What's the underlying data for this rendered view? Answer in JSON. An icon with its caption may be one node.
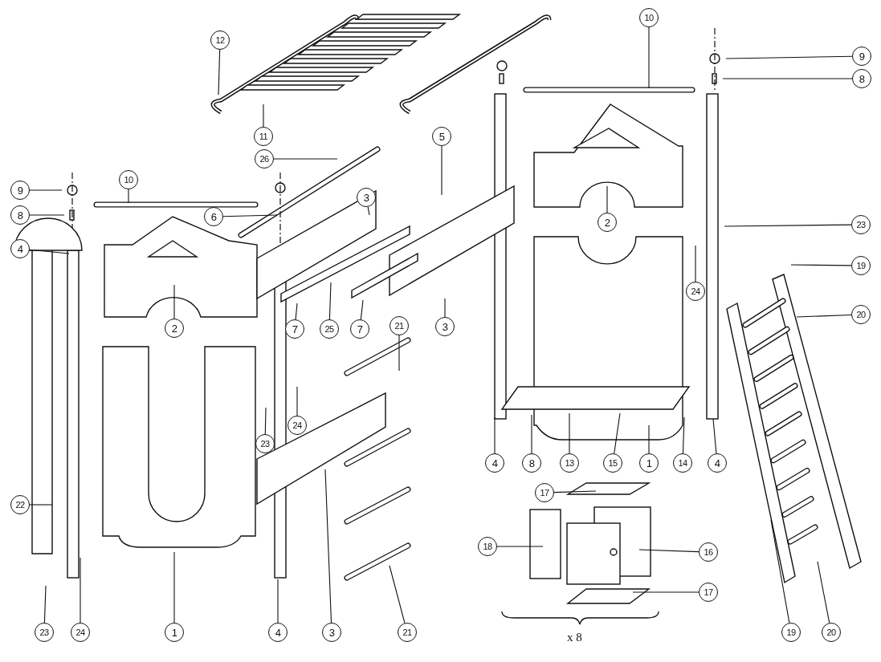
{
  "diagram": {
    "nodes": [
      {
        "text": [
          "12"
        ]
      },
      {
        "text": [
          "11"
        ]
      },
      {
        "text": [
          "10"
        ]
      },
      {
        "text": [
          "9"
        ]
      },
      {
        "text": [
          "8"
        ]
      },
      {
        "text": [
          "26"
        ]
      },
      {
        "text": [
          "5"
        ]
      },
      {
        "text": [
          "10"
        ]
      },
      {
        "text": [
          "9"
        ]
      },
      {
        "text": [
          "3"
        ]
      },
      {
        "text": [
          "6"
        ]
      },
      {
        "text": [
          "8"
        ]
      },
      {
        "text": [
          "2"
        ]
      },
      {
        "text": [
          "23"
        ]
      },
      {
        "text": [
          "4"
        ]
      },
      {
        "text": [
          "24"
        ]
      },
      {
        "text": [
          "19"
        ]
      },
      {
        "text": [
          "20"
        ]
      },
      {
        "text": [
          "2"
        ]
      },
      {
        "text": [
          "7"
        ]
      },
      {
        "text": [
          "25"
        ]
      },
      {
        "text": [
          "7"
        ]
      },
      {
        "text": [
          "21"
        ]
      },
      {
        "text": [
          "3"
        ]
      },
      {
        "text": [
          "24"
        ]
      },
      {
        "text": [
          "23"
        ]
      },
      {
        "text": [
          "22"
        ]
      },
      {
        "text": [
          "4"
        ]
      },
      {
        "text": [
          "8"
        ]
      },
      {
        "text": [
          "13"
        ]
      },
      {
        "text": [
          "15"
        ]
      },
      {
        "text": [
          "1"
        ]
      },
      {
        "text": [
          "14"
        ]
      },
      {
        "text": [
          "4"
        ]
      },
      {
        "text": [
          "17"
        ]
      },
      {
        "text": [
          "18"
        ]
      },
      {
        "text": [
          "16"
        ]
      },
      {
        "text": [
          "17"
        ]
      },
      {
        "text": [
          "23"
        ]
      },
      {
        "text": [
          "24"
        ]
      },
      {
        "text": [
          "1"
        ]
      },
      {
        "text": [
          "4"
        ]
      },
      {
        "text": [
          "3"
        ]
      },
      {
        "text": [
          "21"
        ]
      },
      {
        "text": [
          "19"
        ]
      },
      {
        "text": [
          "20"
        ]
      }
    ],
    "edges": [
      {
        "from": 0,
        "to": null,
        "arrow": "none"
      },
      {
        "from": 1,
        "to": null,
        "arrow": "none"
      },
      {
        "from": 2,
        "to": null,
        "arrow": "none"
      },
      {
        "from": 3,
        "to": null,
        "arrow": "none"
      },
      {
        "from": 4,
        "to": null,
        "arrow": "none"
      },
      {
        "from": 5,
        "to": null,
        "arrow": "none"
      },
      {
        "from": 6,
        "to": null,
        "arrow": "none"
      },
      {
        "from": 7,
        "to": null,
        "arrow": "none"
      },
      {
        "from": 8,
        "to": null,
        "arrow": "none"
      },
      {
        "from": 9,
        "to": null,
        "arrow": "none"
      },
      {
        "from": 10,
        "to": null,
        "arrow": "none"
      },
      {
        "from": 11,
        "to": null,
        "arrow": "none"
      },
      {
        "from": 12,
        "to": null,
        "arrow": "none"
      },
      {
        "from": 13,
        "to": null,
        "arrow": "none"
      },
      {
        "from": 14,
        "to": null,
        "arrow": "none"
      },
      {
        "from": 15,
        "to": null,
        "arrow": "none"
      },
      {
        "from": 16,
        "to": null,
        "arrow": "none"
      },
      {
        "from": 17,
        "to": null,
        "arrow": "none"
      },
      {
        "from": 18,
        "to": null,
        "arrow": "none"
      },
      {
        "from": 19,
        "to": null,
        "arrow": "none"
      },
      {
        "from": 20,
        "to": null,
        "arrow": "none"
      },
      {
        "from": 21,
        "to": null,
        "arrow": "none"
      },
      {
        "from": 22,
        "to": null,
        "arrow": "none"
      },
      {
        "from": 23,
        "to": null,
        "arrow": "none"
      },
      {
        "from": 24,
        "to": null,
        "arrow": "none"
      },
      {
        "from": 25,
        "to": null,
        "arrow": "none"
      },
      {
        "from": 26,
        "to": null,
        "arrow": "none"
      },
      {
        "from": 27,
        "to": null,
        "arrow": "none"
      },
      {
        "from": 28,
        "to": null,
        "arrow": "none"
      },
      {
        "from": 29,
        "to": null,
        "arrow": "none"
      },
      {
        "from": 30,
        "to": null,
        "arrow": "none"
      },
      {
        "from": 31,
        "to": null,
        "arrow": "none"
      },
      {
        "from": 32,
        "to": null,
        "arrow": "none"
      },
      {
        "from": 33,
        "to": null,
        "arrow": "none"
      },
      {
        "from": 34,
        "to": null,
        "arrow": "none"
      },
      {
        "from": 35,
        "to": null,
        "arrow": "none"
      },
      {
        "from": 36,
        "to": null,
        "arrow": "none"
      },
      {
        "from": 37,
        "to": null,
        "arrow": "none"
      },
      {
        "from": 38,
        "to": null,
        "arrow": "none"
      },
      {
        "from": 39,
        "to": null,
        "arrow": "none"
      },
      {
        "from": 40,
        "to": null,
        "arrow": "none"
      },
      {
        "from": 41,
        "to": null,
        "arrow": "none"
      },
      {
        "from": 42,
        "to": null,
        "arrow": "none"
      },
      {
        "from": 43,
        "to": null,
        "arrow": "none"
      },
      {
        "from": 44,
        "to": null,
        "arrow": "none"
      },
      {
        "from": 45,
        "to": null,
        "arrow": "none"
      }
    ],
    "labels": [
      "x 8"
    ]
  }
}
